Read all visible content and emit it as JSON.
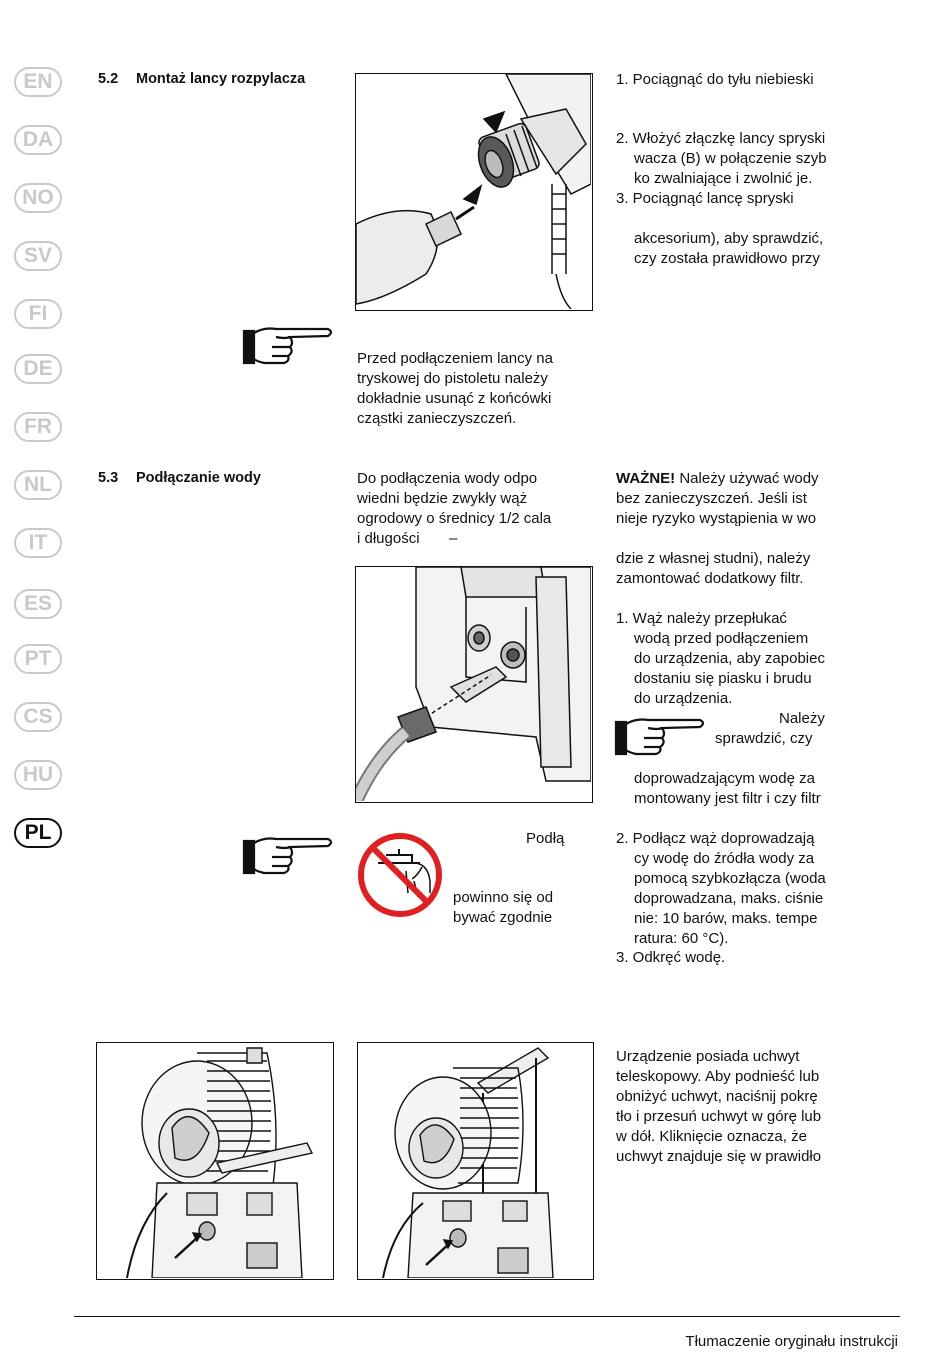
{
  "languages": [
    {
      "code": "EN",
      "active": false
    },
    {
      "code": "DA",
      "active": false
    },
    {
      "code": "NO",
      "active": false
    },
    {
      "code": "SV",
      "active": false
    },
    {
      "code": "FI",
      "active": false
    },
    {
      "code": "DE",
      "active": false
    },
    {
      "code": "FR",
      "active": false
    },
    {
      "code": "NL",
      "active": false
    },
    {
      "code": "IT",
      "active": false
    },
    {
      "code": "ES",
      "active": false
    },
    {
      "code": "PT",
      "active": false
    },
    {
      "code": "CS",
      "active": false
    },
    {
      "code": "HU",
      "active": false
    },
    {
      "code": "PL",
      "active": true
    }
  ],
  "section_52": {
    "number": "5.2",
    "title": "Montaż lancy rozpylacza",
    "steps": [
      "1. Pociągnąć do tyłu niebieski",
      "2. Włożyć złączkę lancy spryski",
      "wacza (B) w połączenie szyb",
      "ko zwalniające i zwolnić je.",
      "3. Pociągnąć lancę spryski",
      "akcesorium), aby sprawdzić,",
      "czy została prawidłowo przy"
    ],
    "note": [
      "Przed podłączeniem lancy na",
      "tryskowej do pistoletu należy",
      "dokładnie usunąć z końcówki",
      "cząstki zanieczyszczeń."
    ]
  },
  "section_53": {
    "number": "5.3",
    "title": "Podłączanie wody",
    "intro": [
      "Do podłączenia wody odpo",
      "wiedni będzie zwykły wąż",
      "ogrodowy o średnicy 1/2 cala",
      "i długości",
      "–"
    ],
    "important_label": "WAŻNE!",
    "important_text": [
      " Należy używać wody",
      "bez zanieczyszczeń. Jeśli ist",
      "nieje ryzyko wystąpienia w wo",
      "dzie z własnej studni), należy",
      "zamontować dodatkowy filtr."
    ],
    "step1": [
      "1. Wąż należy przepłukać",
      "wodą przed podłączeniem",
      "do urządzenia, aby zapobiec",
      "dostaniu się piasku i brudu",
      "do urządzenia."
    ],
    "hint": [
      "Należy",
      "sprawdzić, czy",
      "doprowadzającym wodę za",
      "montowany jest filtr i czy filtr"
    ],
    "warning_text": [
      "Podłą",
      "powinno się od",
      "bywać zgodnie"
    ],
    "step2": [
      "2. Podłącz wąż doprowadzają",
      "cy wodę do źródła wody za",
      "pomocą szybkozłącza (woda",
      "doprowadzana, maks. ciśnie",
      "nie: 10 barów, maks. tempe",
      "ratura: 60 °C).",
      "3. Odkręć wodę."
    ]
  },
  "handle_text": [
    "Urządzenie posiada uchwyt",
    "teleskopowy. Aby podnieść lub",
    "obniżyć uchwyt, naciśnij pokrę",
    "tło i przesuń uchwyt w górę lub",
    "w dół. Kliknięcie oznacza, że",
    "uchwyt znajduje się w prawidło"
  ],
  "footer": "Tłumaczenie oryginału instrukcji"
}
